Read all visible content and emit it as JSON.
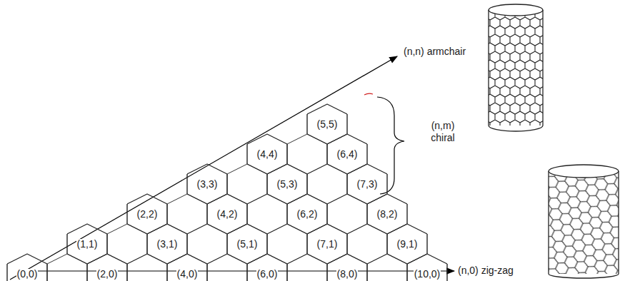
{
  "diagram": {
    "nodes": [
      {
        "text": [
          "(5,5)"
        ]
      },
      {
        "text": [
          "(4,4)"
        ]
      },
      {
        "text": [
          "(6,4)"
        ]
      },
      {
        "text": [
          "(3,3)"
        ]
      },
      {
        "text": [
          "(5,3)"
        ]
      },
      {
        "text": [
          "(7,3)"
        ]
      },
      {
        "text": [
          "(2,2)"
        ]
      },
      {
        "text": [
          "(4,2)"
        ]
      },
      {
        "text": [
          "(6,2)"
        ]
      },
      {
        "text": [
          "(8,2)"
        ]
      },
      {
        "text": [
          "(1,1)"
        ]
      },
      {
        "text": [
          "(3,1)"
        ]
      },
      {
        "text": [
          "(5,1)"
        ]
      },
      {
        "text": [
          "(7,1)"
        ]
      },
      {
        "text": [
          "(9,1)"
        ]
      },
      {
        "text": [
          "(0,0)"
        ]
      },
      {
        "text": [
          "(2,0)"
        ]
      },
      {
        "text": [
          "(4,0)"
        ]
      },
      {
        "text": [
          "(6,0)"
        ]
      },
      {
        "text": [
          "(8,0)"
        ]
      },
      {
        "text": [
          "(10,0)"
        ]
      }
    ],
    "labels": [
      "(n,n) armchair",
      "(n,m) chiral",
      "(n,0) zig-zag"
    ]
  }
}
